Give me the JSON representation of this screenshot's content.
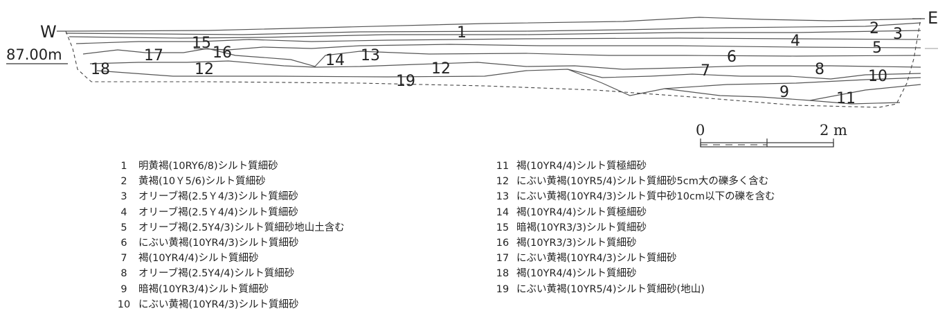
{
  "section": {
    "west": "W",
    "east": "E",
    "reference_level": "87.00m",
    "layer_labels": [
      "1",
      "2",
      "3",
      "4",
      "5",
      "6",
      "7",
      "8",
      "9",
      "10",
      "11",
      "12",
      "12",
      "13",
      "14",
      "15",
      "16",
      "17",
      "18",
      "19"
    ]
  },
  "scale_bar": {
    "start": "0",
    "end": "2 m"
  },
  "legend": [
    {
      "no": "1",
      "text": "明黄褐(10RY6/8)シルト質細砂"
    },
    {
      "no": "2",
      "text": "黄褐(10Ｙ5/6)シルト質細砂"
    },
    {
      "no": "3",
      "text": "オリーブ褐(2.5Ｙ4/3)シルト質細砂"
    },
    {
      "no": "4",
      "text": "オリーブ褐(2.5Ｙ4/4)シルト質細砂"
    },
    {
      "no": "5",
      "text": "オリーブ褐(2.5Y4/3)シルト質細砂地山土含む"
    },
    {
      "no": "6",
      "text": "にぶい黄褐(10YR4/3)シルト質細砂"
    },
    {
      "no": "7",
      "text": "褐(10YR4/4)シルト質細砂"
    },
    {
      "no": "8",
      "text": "オリーブ褐(2.5Y4/4)シルト質細砂"
    },
    {
      "no": "9",
      "text": "暗褐(10YR3/4)シルト質細砂"
    },
    {
      "no": "10",
      "text": "にぶい黄褐(10YR4/3)シルト質細砂"
    },
    {
      "no": "11",
      "text": "褐(10YR4/4)シルト質極細砂"
    },
    {
      "no": "12",
      "text": "にぶい黄褐(10YR5/4)シルト質細砂5cm大の礫多く含む"
    },
    {
      "no": "13",
      "text": "にぶい黄褐(10YR4/3)シルト質中砂10cm以下の礫を含む"
    },
    {
      "no": "14",
      "text": "褐(10YR4/4)シルト質極細砂"
    },
    {
      "no": "15",
      "text": "暗褐(10YR3/3)シルト質細砂"
    },
    {
      "no": "16",
      "text": "褐(10YR3/3)シルト質細砂"
    },
    {
      "no": "17",
      "text": "にぶい黄褐(10YR4/3)シルト質細砂"
    },
    {
      "no": "18",
      "text": "褐(10YR4/4)シルト質細砂"
    },
    {
      "no": "19",
      "text": "にぶい黄褐(10YR5/4)シルト質細砂(地山)"
    }
  ]
}
